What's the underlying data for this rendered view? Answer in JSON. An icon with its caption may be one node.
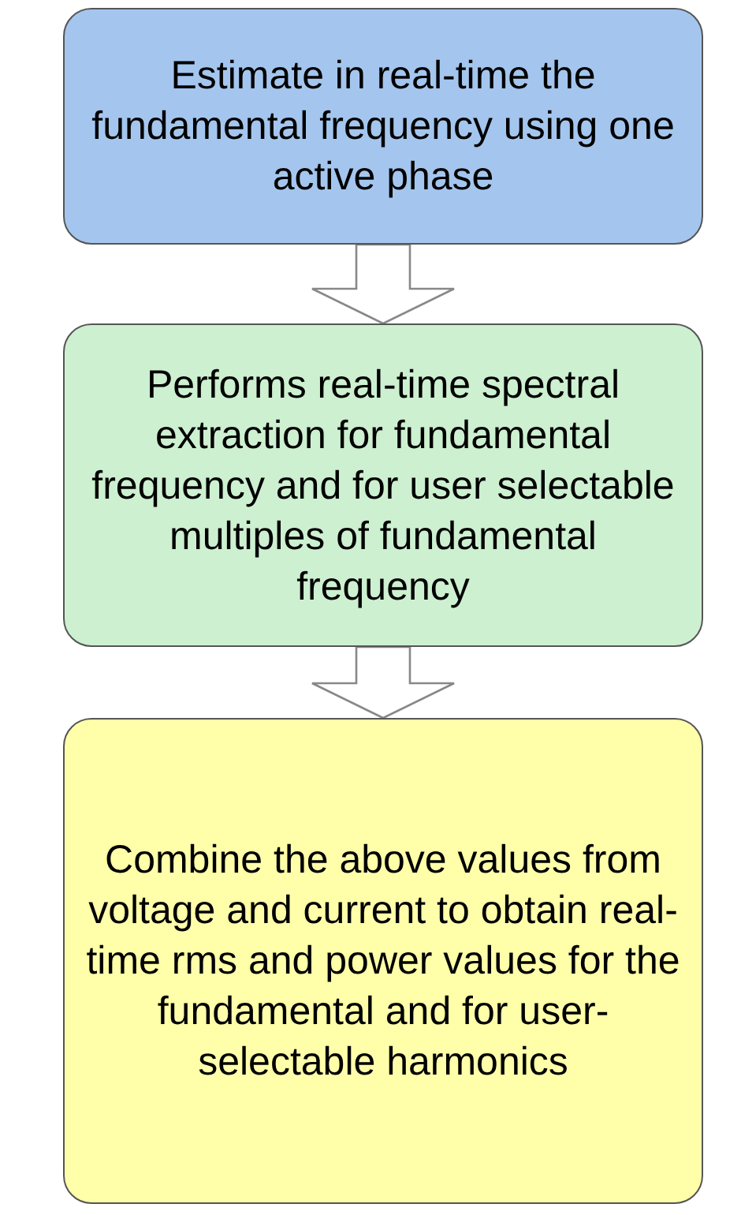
{
  "diagram": {
    "nodes": [
      {
        "text": [
          "Estimate in real-time the fundamental frequency using one active phase"
        ]
      },
      {
        "text": [
          "Performs real-time spectral extraction for fundamental frequency and for user selectable multiples of fundamental frequency"
        ]
      },
      {
        "text": [
          "Combine the above values from voltage and current to obtain real-time rms and power values for the fundamental and for user-selectable harmonics"
        ]
      }
    ],
    "edges": [
      {
        "from": 0,
        "to": 1,
        "arrow": "to"
      },
      {
        "from": 1,
        "to": 2,
        "arrow": "to"
      }
    ]
  }
}
